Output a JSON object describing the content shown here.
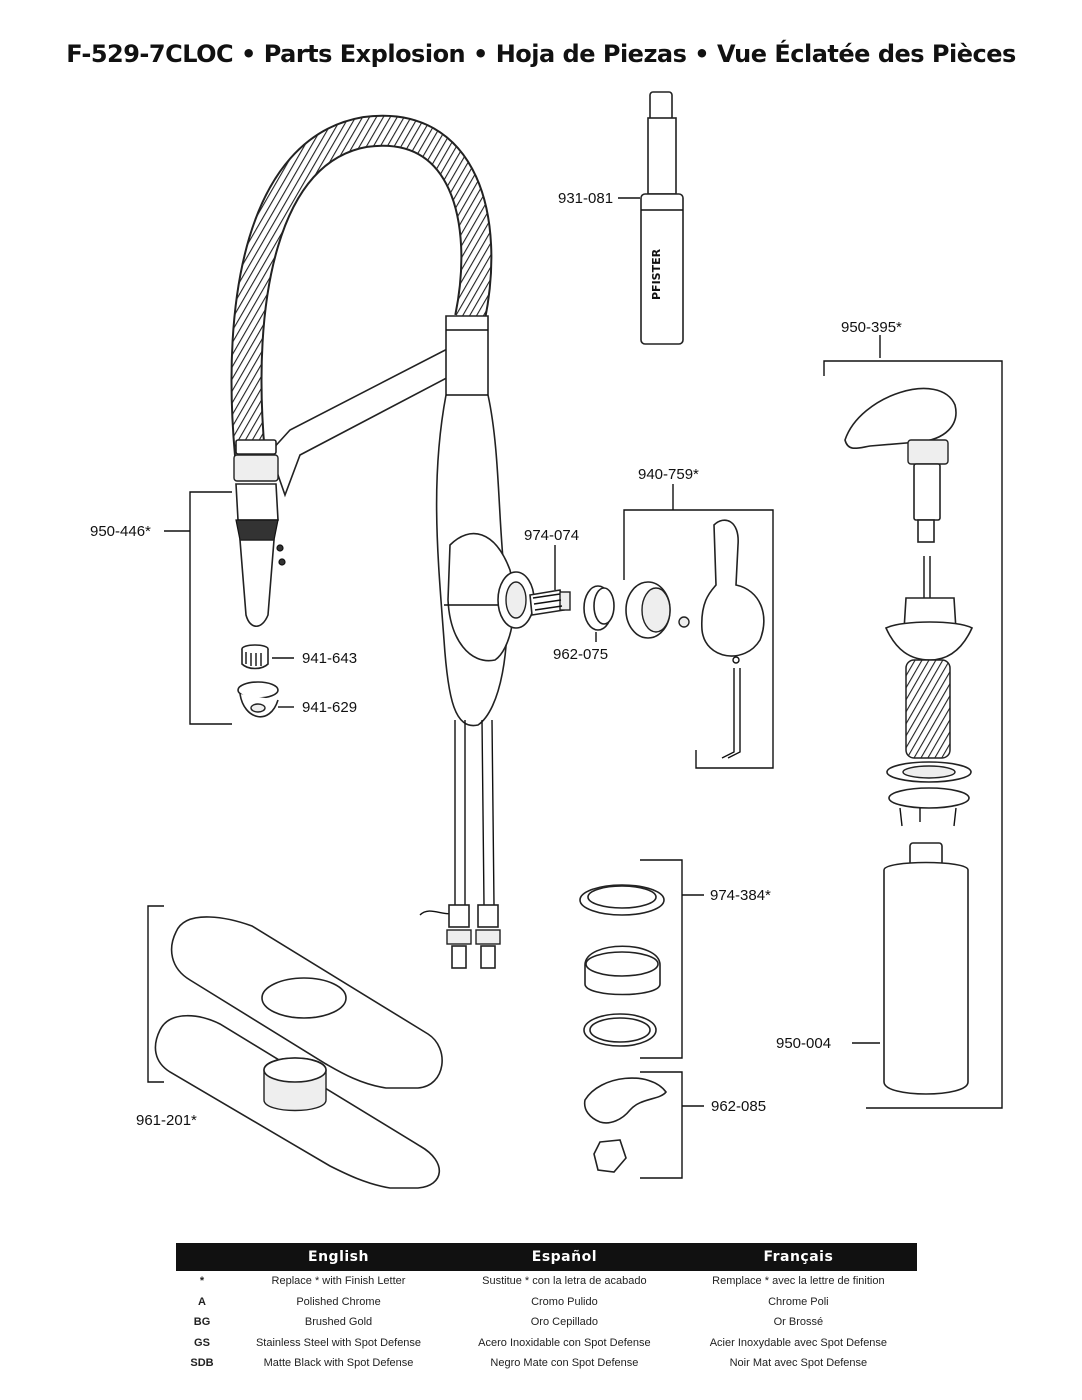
{
  "title": "F-529-7CLOC  •  Parts Explosion  •  Hoja de Piezas  •  Vue Éclatée des Pièces",
  "parts": {
    "p931_081": "931-081",
    "p950_395": "950-395*",
    "p940_759": "940-759*",
    "p974_074": "974-074",
    "p962_075": "962-075",
    "p950_446": "950-446*",
    "p941_643": "941-643",
    "p941_629": "941-629",
    "p974_384": "974-384*",
    "p962_085": "962-085",
    "p950_004": "950-004",
    "p961_201": "961-201*"
  },
  "legend": {
    "headers": [
      "English",
      "Español",
      "Français"
    ],
    "rows": [
      {
        "code": "*",
        "en": "Replace * with Finish Letter",
        "es": "Sustitue * con la letra de acabado",
        "fr": "Remplace * avec la lettre de finition"
      },
      {
        "code": "A",
        "en": "Polished Chrome",
        "es": "Cromo Pulido",
        "fr": "Chrome Poli"
      },
      {
        "code": "BG",
        "en": "Brushed Gold",
        "es": "Oro Cepillado",
        "fr": "Or Brossé"
      },
      {
        "code": "GS",
        "en": "Stainless Steel with Spot Defense",
        "es": "Acero Inoxidable con Spot Defense",
        "fr": "Acier Inoxydable avec Spot Defense"
      },
      {
        "code": "SDB",
        "en": "Matte Black with Spot Defense",
        "es": "Negro Mate con Spot Defense",
        "fr": "Noir Mat avec Spot Defense"
      }
    ]
  }
}
